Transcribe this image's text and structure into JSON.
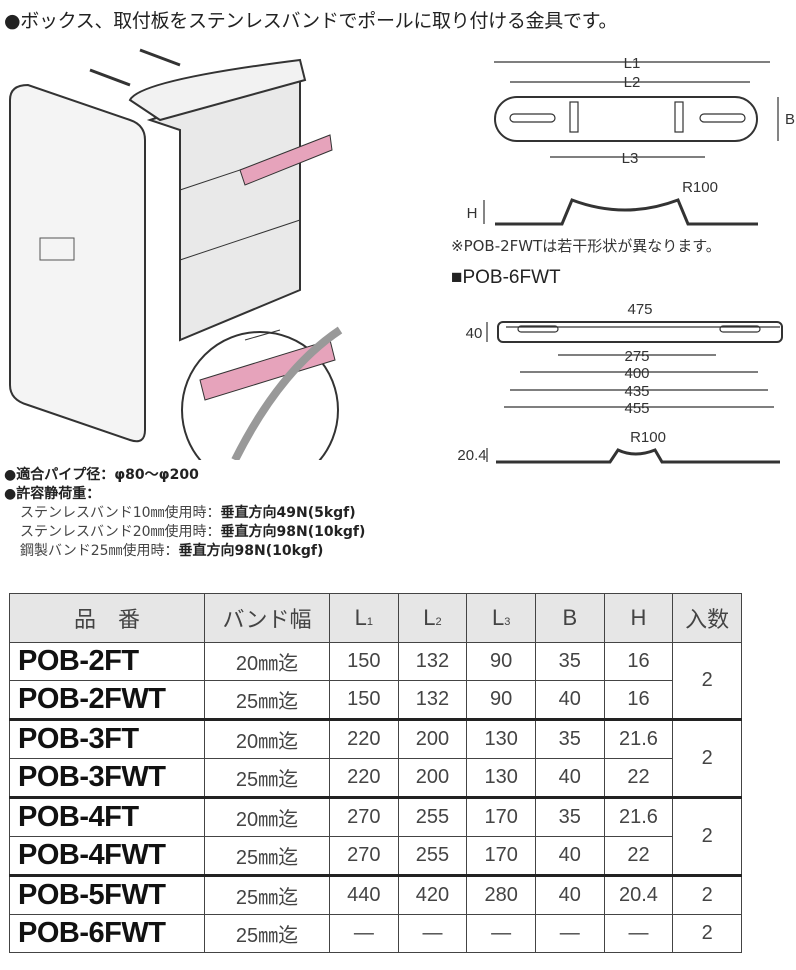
{
  "headline": "●ボックス、取付板をステンレスバンドでポールに取り付ける金具です。",
  "drawing": {
    "dims_general": {
      "l1": "L1",
      "l2": "L2",
      "l3": "L3",
      "b": "B",
      "h": "H",
      "r": "R100"
    },
    "note": "※POB-2FWTは若干形状が異なります。",
    "pob6_title": "■POB-6FWT",
    "pob6": {
      "d475": "475",
      "d40": "40",
      "d275": "275",
      "d400": "400",
      "d435": "435",
      "d455": "455",
      "r": "R100",
      "h": "20.4"
    }
  },
  "specs": {
    "pipe_label": "●適合パイプ径：",
    "pipe_value": "φ80〜φ200",
    "load_label": "●許容静荷重：",
    "loads": [
      {
        "cond": "ステンレスバンド10㎜使用時：",
        "value": "垂直方向49N(5kgf)"
      },
      {
        "cond": "ステンレスバンド20㎜使用時：",
        "value": "垂直方向98N(10kgf)"
      },
      {
        "cond": "鋼製バンド25㎜使用時：",
        "value": "垂直方向98N(10kgf)"
      }
    ]
  },
  "table": {
    "headers": [
      "品　番",
      "バンド幅",
      "L",
      "L",
      "L",
      "B",
      "H",
      "入数"
    ],
    "subs": [
      "1",
      "2",
      "3"
    ],
    "rows": [
      [
        "POB-2FT",
        "20㎜迄",
        "150",
        "132",
        "90",
        "35",
        "16",
        "2"
      ],
      [
        "POB-2FWT",
        "25㎜迄",
        "150",
        "132",
        "90",
        "40",
        "16",
        ""
      ],
      [
        "POB-3FT",
        "20㎜迄",
        "220",
        "200",
        "130",
        "35",
        "21.6",
        "2"
      ],
      [
        "POB-3FWT",
        "25㎜迄",
        "220",
        "200",
        "130",
        "40",
        "22",
        ""
      ],
      [
        "POB-4FT",
        "20㎜迄",
        "270",
        "255",
        "170",
        "35",
        "21.6",
        "2"
      ],
      [
        "POB-4FWT",
        "25㎜迄",
        "270",
        "255",
        "170",
        "40",
        "22",
        ""
      ],
      [
        "POB-5FWT",
        "25㎜迄",
        "440",
        "420",
        "280",
        "40",
        "20.4",
        "2"
      ],
      [
        "POB-6FWT",
        "25㎜迄",
        "—",
        "—",
        "—",
        "—",
        "—",
        "2"
      ]
    ]
  },
  "colors": {
    "bracket": "#e6a3bb",
    "header_bg": "#e6e6e6"
  }
}
